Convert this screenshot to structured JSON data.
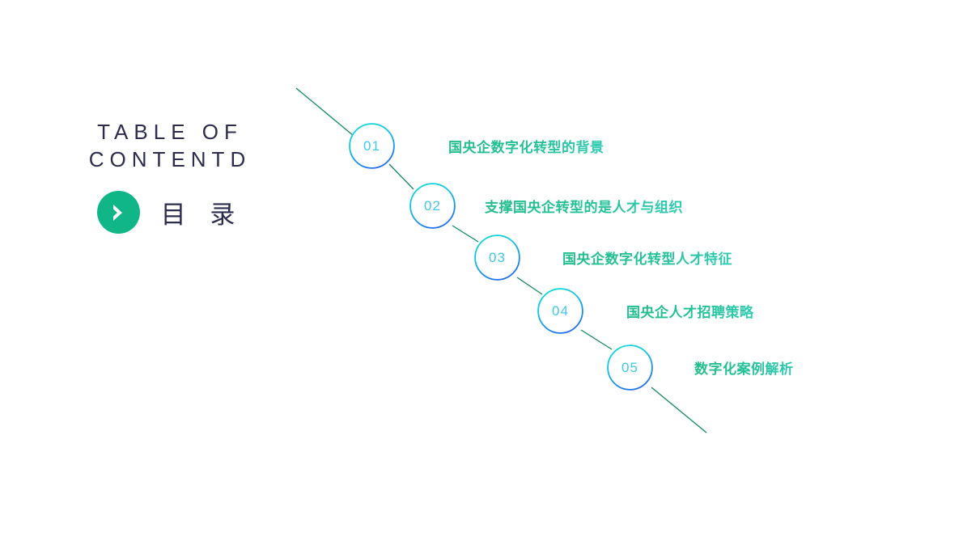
{
  "slide": {
    "heading": {
      "title_line1": "TABLE OF",
      "title_line2": "CONTENTD",
      "subtitle": "目 录",
      "badge_icon": "chevron-right-icon"
    },
    "colors": {
      "brand_green": "#10b687",
      "title_navy": "#2b2c4e",
      "circle_cyan": "#0fd3e0",
      "circle_blue": "#1f7bf0",
      "line_green": "#18a06f",
      "label_green": "#21bd8c"
    },
    "steps": [
      {
        "number": "01",
        "label": "国央企数字化转型的背景"
      },
      {
        "number": "02",
        "label": "支撑国央企转型的是人才与组织"
      },
      {
        "number": "03",
        "label": "国央企数字化转型人才特征"
      },
      {
        "number": "04",
        "label": "国央企人才招聘策略"
      },
      {
        "number": "05",
        "label": "数字化案例解析"
      }
    ]
  }
}
